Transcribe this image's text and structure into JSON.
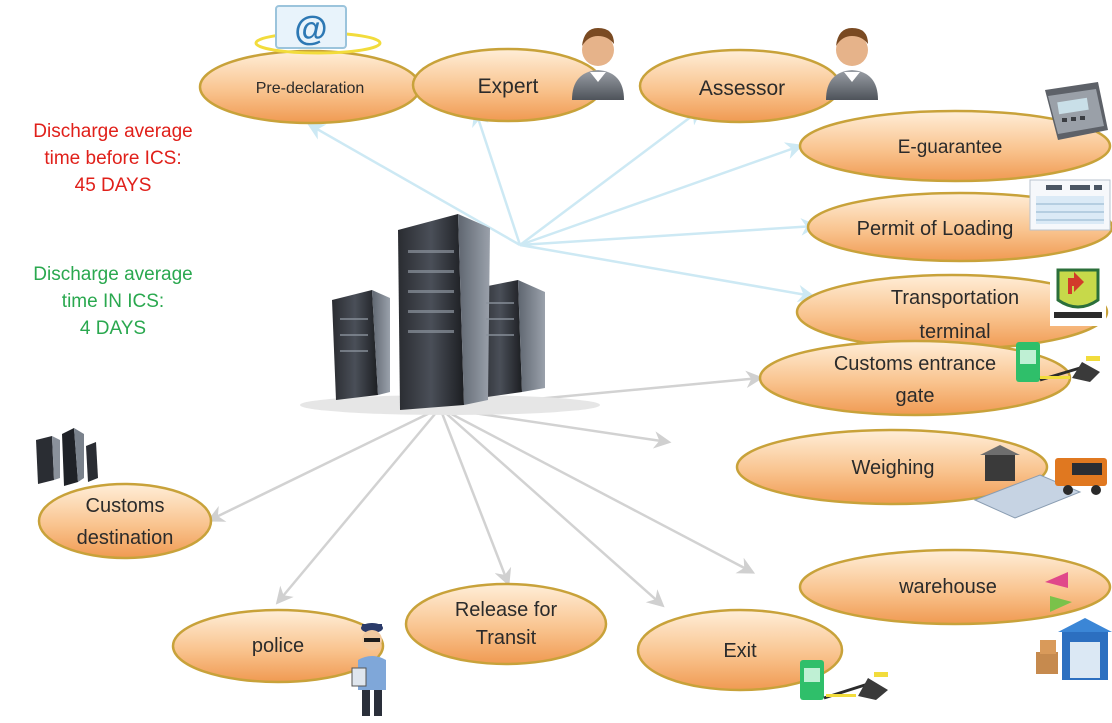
{
  "nodes": {
    "predeclaration": "Pre-declaration",
    "expert": "Expert",
    "assessor": "Assessor",
    "eguarantee": "E-guarantee",
    "permit": "Permit of Loading",
    "transport_1": "Transportation",
    "transport_2": "terminal",
    "customs_gate_1": "Customs entrance",
    "customs_gate_2": "gate",
    "weighing": "Weighing",
    "warehouse": "warehouse",
    "exit": "Exit",
    "release_1": "Release for",
    "release_2": "Transit",
    "police": "police",
    "customs_dest_1": "Customs",
    "customs_dest_2": "destination"
  },
  "stats": {
    "before_line1": "Discharge average",
    "before_line2": "time before ICS:",
    "before_line3": "45 DAYS",
    "after_line1": "Discharge average",
    "after_line2": "time IN ICS:",
    "after_line3": "4 DAYS"
  },
  "colors": {
    "before": "#e0201a",
    "after": "#2aa84f",
    "bubble_fill_top": "#ffe6c4",
    "bubble_fill_bottom": "#f3a25a",
    "bubble_stroke": "#c8a23a",
    "arrow_upper": "#cde9f4",
    "arrow_lower": "#d2d2d2"
  },
  "icons": {
    "email": "at-sign-email-icon",
    "person": "person-avatar-icon",
    "card_terminal": "card-terminal-icon",
    "document": "document-icon",
    "logo": "organization-logo-icon",
    "gate": "gate-barrier-icon",
    "truck_scale": "truck-scale-icon",
    "warehouse": "warehouse-building-icon",
    "police": "police-officer-icon",
    "server": "server-tower-icon"
  }
}
